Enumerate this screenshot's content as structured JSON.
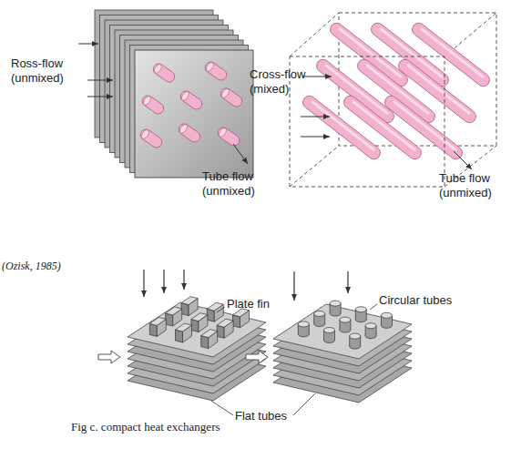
{
  "diagram": {
    "caption": "Fig c. compact heat exchangers",
    "labels": [
      "Ross-flow (unmixed)",
      "Tube flow (unmixed)",
      "Cross-flow (mixed)",
      "Tube flow (unmixed)",
      "(Ozisk, 1985)",
      "Plate fin",
      "Circular tubes",
      "Flat tubes"
    ]
  }
}
